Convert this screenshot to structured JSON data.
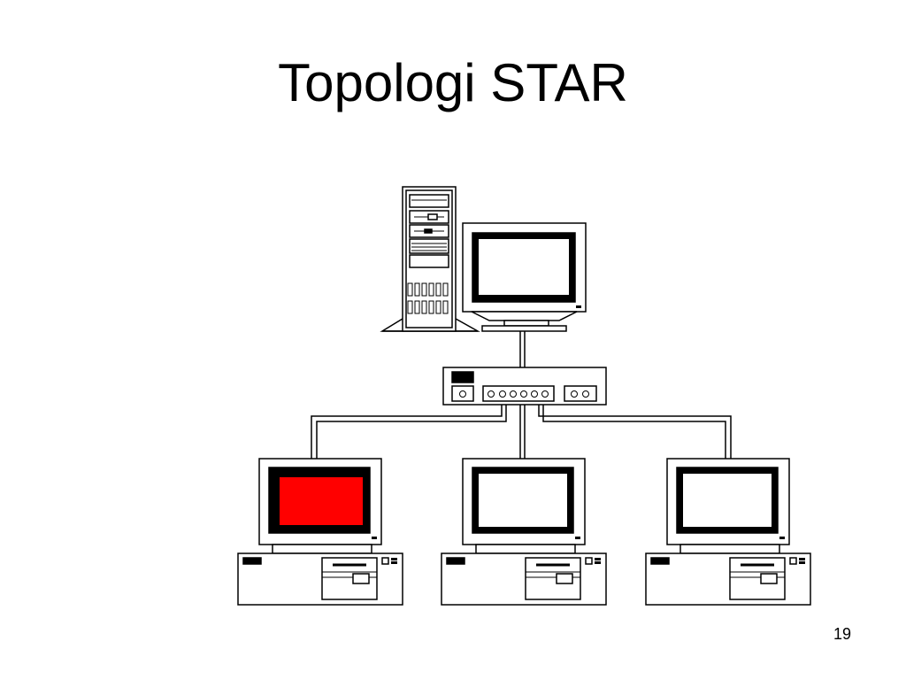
{
  "slide": {
    "title": "Topologi STAR",
    "page_number": "19"
  },
  "colors": {
    "stroke": "#000000",
    "fill": "#ffffff",
    "screen_highlight": "#ff0000"
  },
  "diagram": {
    "topology": "star",
    "hub": {
      "icon": "network-hub-icon"
    },
    "server": {
      "icon": "tower-server-icon"
    },
    "workstations": [
      {
        "icon": "workstation-icon",
        "screen": "red"
      },
      {
        "icon": "workstation-icon",
        "screen": "white"
      },
      {
        "icon": "workstation-icon",
        "screen": "white"
      }
    ]
  }
}
